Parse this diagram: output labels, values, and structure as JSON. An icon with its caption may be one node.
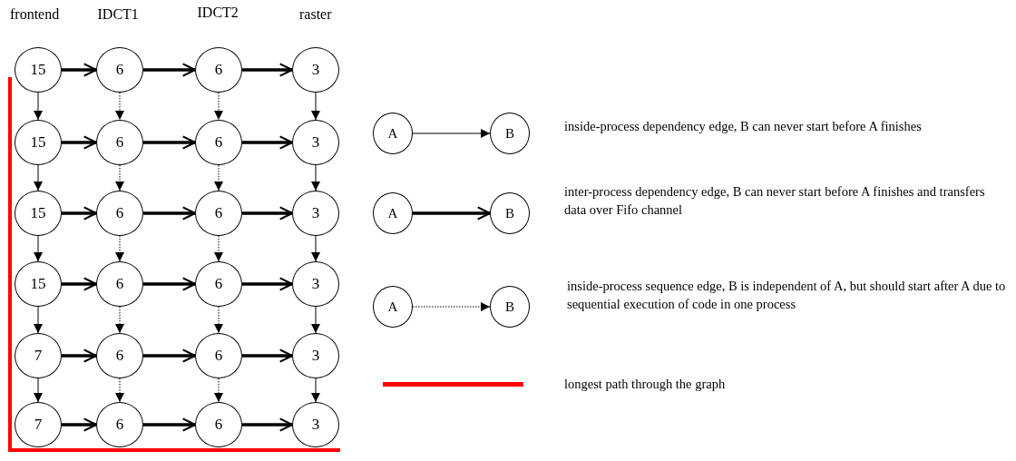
{
  "diagram": {
    "nodes": [
      {
        "text": [
          "15"
        ]
      },
      {
        "text": [
          "6"
        ]
      },
      {
        "text": [
          "6"
        ]
      },
      {
        "text": [
          "3"
        ]
      },
      {
        "text": [
          "15"
        ]
      },
      {
        "text": [
          "6"
        ]
      },
      {
        "text": [
          "6"
        ]
      },
      {
        "text": [
          "3"
        ]
      },
      {
        "text": [
          "15"
        ]
      },
      {
        "text": [
          "6"
        ]
      },
      {
        "text": [
          "6"
        ]
      },
      {
        "text": [
          "3"
        ]
      },
      {
        "text": [
          "15"
        ]
      },
      {
        "text": [
          "6"
        ]
      },
      {
        "text": [
          "6"
        ]
      },
      {
        "text": [
          "3"
        ]
      },
      {
        "text": [
          "7"
        ]
      },
      {
        "text": [
          "6"
        ]
      },
      {
        "text": [
          "6"
        ]
      },
      {
        "text": [
          "3"
        ]
      },
      {
        "text": [
          "7"
        ]
      },
      {
        "text": [
          "6"
        ]
      },
      {
        "text": [
          "6"
        ]
      },
      {
        "text": [
          "3"
        ]
      },
      {
        "text": [
          "A"
        ]
      },
      {
        "text": [
          "B"
        ]
      },
      {
        "text": [
          "A"
        ]
      },
      {
        "text": [
          "B"
        ]
      },
      {
        "text": [
          "A"
        ]
      },
      {
        "text": [
          "B"
        ]
      }
    ],
    "edges": [
      {
        "from": 0,
        "to": 1,
        "arrow": "to",
        "style": "thick"
      },
      {
        "from": 1,
        "to": 2,
        "arrow": "to",
        "style": "thick"
      },
      {
        "from": 2,
        "to": 3,
        "arrow": "to",
        "style": "thick"
      },
      {
        "from": 4,
        "to": 5,
        "arrow": "to",
        "style": "thick"
      },
      {
        "from": 5,
        "to": 6,
        "arrow": "to",
        "style": "thick"
      },
      {
        "from": 6,
        "to": 7,
        "arrow": "to",
        "style": "thick"
      },
      {
        "from": 8,
        "to": 9,
        "arrow": "to",
        "style": "thick"
      },
      {
        "from": 9,
        "to": 10,
        "arrow": "to",
        "style": "thick"
      },
      {
        "from": 10,
        "to": 11,
        "arrow": "to",
        "style": "thick"
      },
      {
        "from": 12,
        "to": 13,
        "arrow": "to",
        "style": "thick"
      },
      {
        "from": 13,
        "to": 14,
        "arrow": "to",
        "style": "thick"
      },
      {
        "from": 14,
        "to": 15,
        "arrow": "to",
        "style": "thick"
      },
      {
        "from": 16,
        "to": 17,
        "arrow": "to",
        "style": "thick"
      },
      {
        "from": 17,
        "to": 18,
        "arrow": "to",
        "style": "thick"
      },
      {
        "from": 18,
        "to": 19,
        "arrow": "to",
        "style": "thick"
      },
      {
        "from": 20,
        "to": 21,
        "arrow": "to",
        "style": "thick"
      },
      {
        "from": 21,
        "to": 22,
        "arrow": "to",
        "style": "thick"
      },
      {
        "from": 22,
        "to": 23,
        "arrow": "to",
        "style": "thick"
      },
      {
        "from": 0,
        "to": 4,
        "arrow": "to"
      },
      {
        "from": 4,
        "to": 8,
        "arrow": "to"
      },
      {
        "from": 8,
        "to": 12,
        "arrow": "to"
      },
      {
        "from": 12,
        "to": 16,
        "arrow": "to"
      },
      {
        "from": 16,
        "to": 20,
        "arrow": "to"
      },
      {
        "from": 1,
        "to": 5,
        "arrow": "to",
        "style": "dashed"
      },
      {
        "from": 5,
        "to": 9,
        "arrow": "to",
        "style": "dashed"
      },
      {
        "from": 9,
        "to": 13,
        "arrow": "to",
        "style": "dashed"
      },
      {
        "from": 13,
        "to": 17,
        "arrow": "to",
        "style": "dashed"
      },
      {
        "from": 17,
        "to": 21,
        "arrow": "to",
        "style": "dashed"
      },
      {
        "from": 2,
        "to": 6,
        "arrow": "to",
        "style": "dashed"
      },
      {
        "from": 6,
        "to": 10,
        "arrow": "to",
        "style": "dashed"
      },
      {
        "from": 10,
        "to": 14,
        "arrow": "to",
        "style": "dashed"
      },
      {
        "from": 14,
        "to": 18,
        "arrow": "to",
        "style": "dashed"
      },
      {
        "from": 18,
        "to": 22,
        "arrow": "to",
        "style": "dashed"
      },
      {
        "from": 3,
        "to": 7,
        "arrow": "to"
      },
      {
        "from": 7,
        "to": 11,
        "arrow": "to"
      },
      {
        "from": 11,
        "to": 15,
        "arrow": "to"
      },
      {
        "from": 15,
        "to": 19,
        "arrow": "to"
      },
      {
        "from": 19,
        "to": 23,
        "arrow": "to"
      },
      {
        "from": 24,
        "to": 25,
        "arrow": "to"
      },
      {
        "from": 26,
        "to": 27,
        "arrow": "to",
        "style": "thick"
      },
      {
        "from": 28,
        "to": 29,
        "arrow": "to",
        "style": "dashed"
      }
    ],
    "labels": [
      "frontend",
      "IDCT1",
      "IDCT2",
      "raster"
    ],
    "legend": [
      {
        "text": "inside-process dependency edge, B can never start before A finishes"
      },
      {
        "text": "inter-process dependency edge, B can never start before A finishes and transfers data over Fifo channel"
      },
      {
        "text": "inside-process sequence edge, B is independent of A, but should start after A due to sequential execution of code in one process"
      },
      {
        "text": "longest path through the graph",
        "color": "#ff0000"
      }
    ]
  }
}
